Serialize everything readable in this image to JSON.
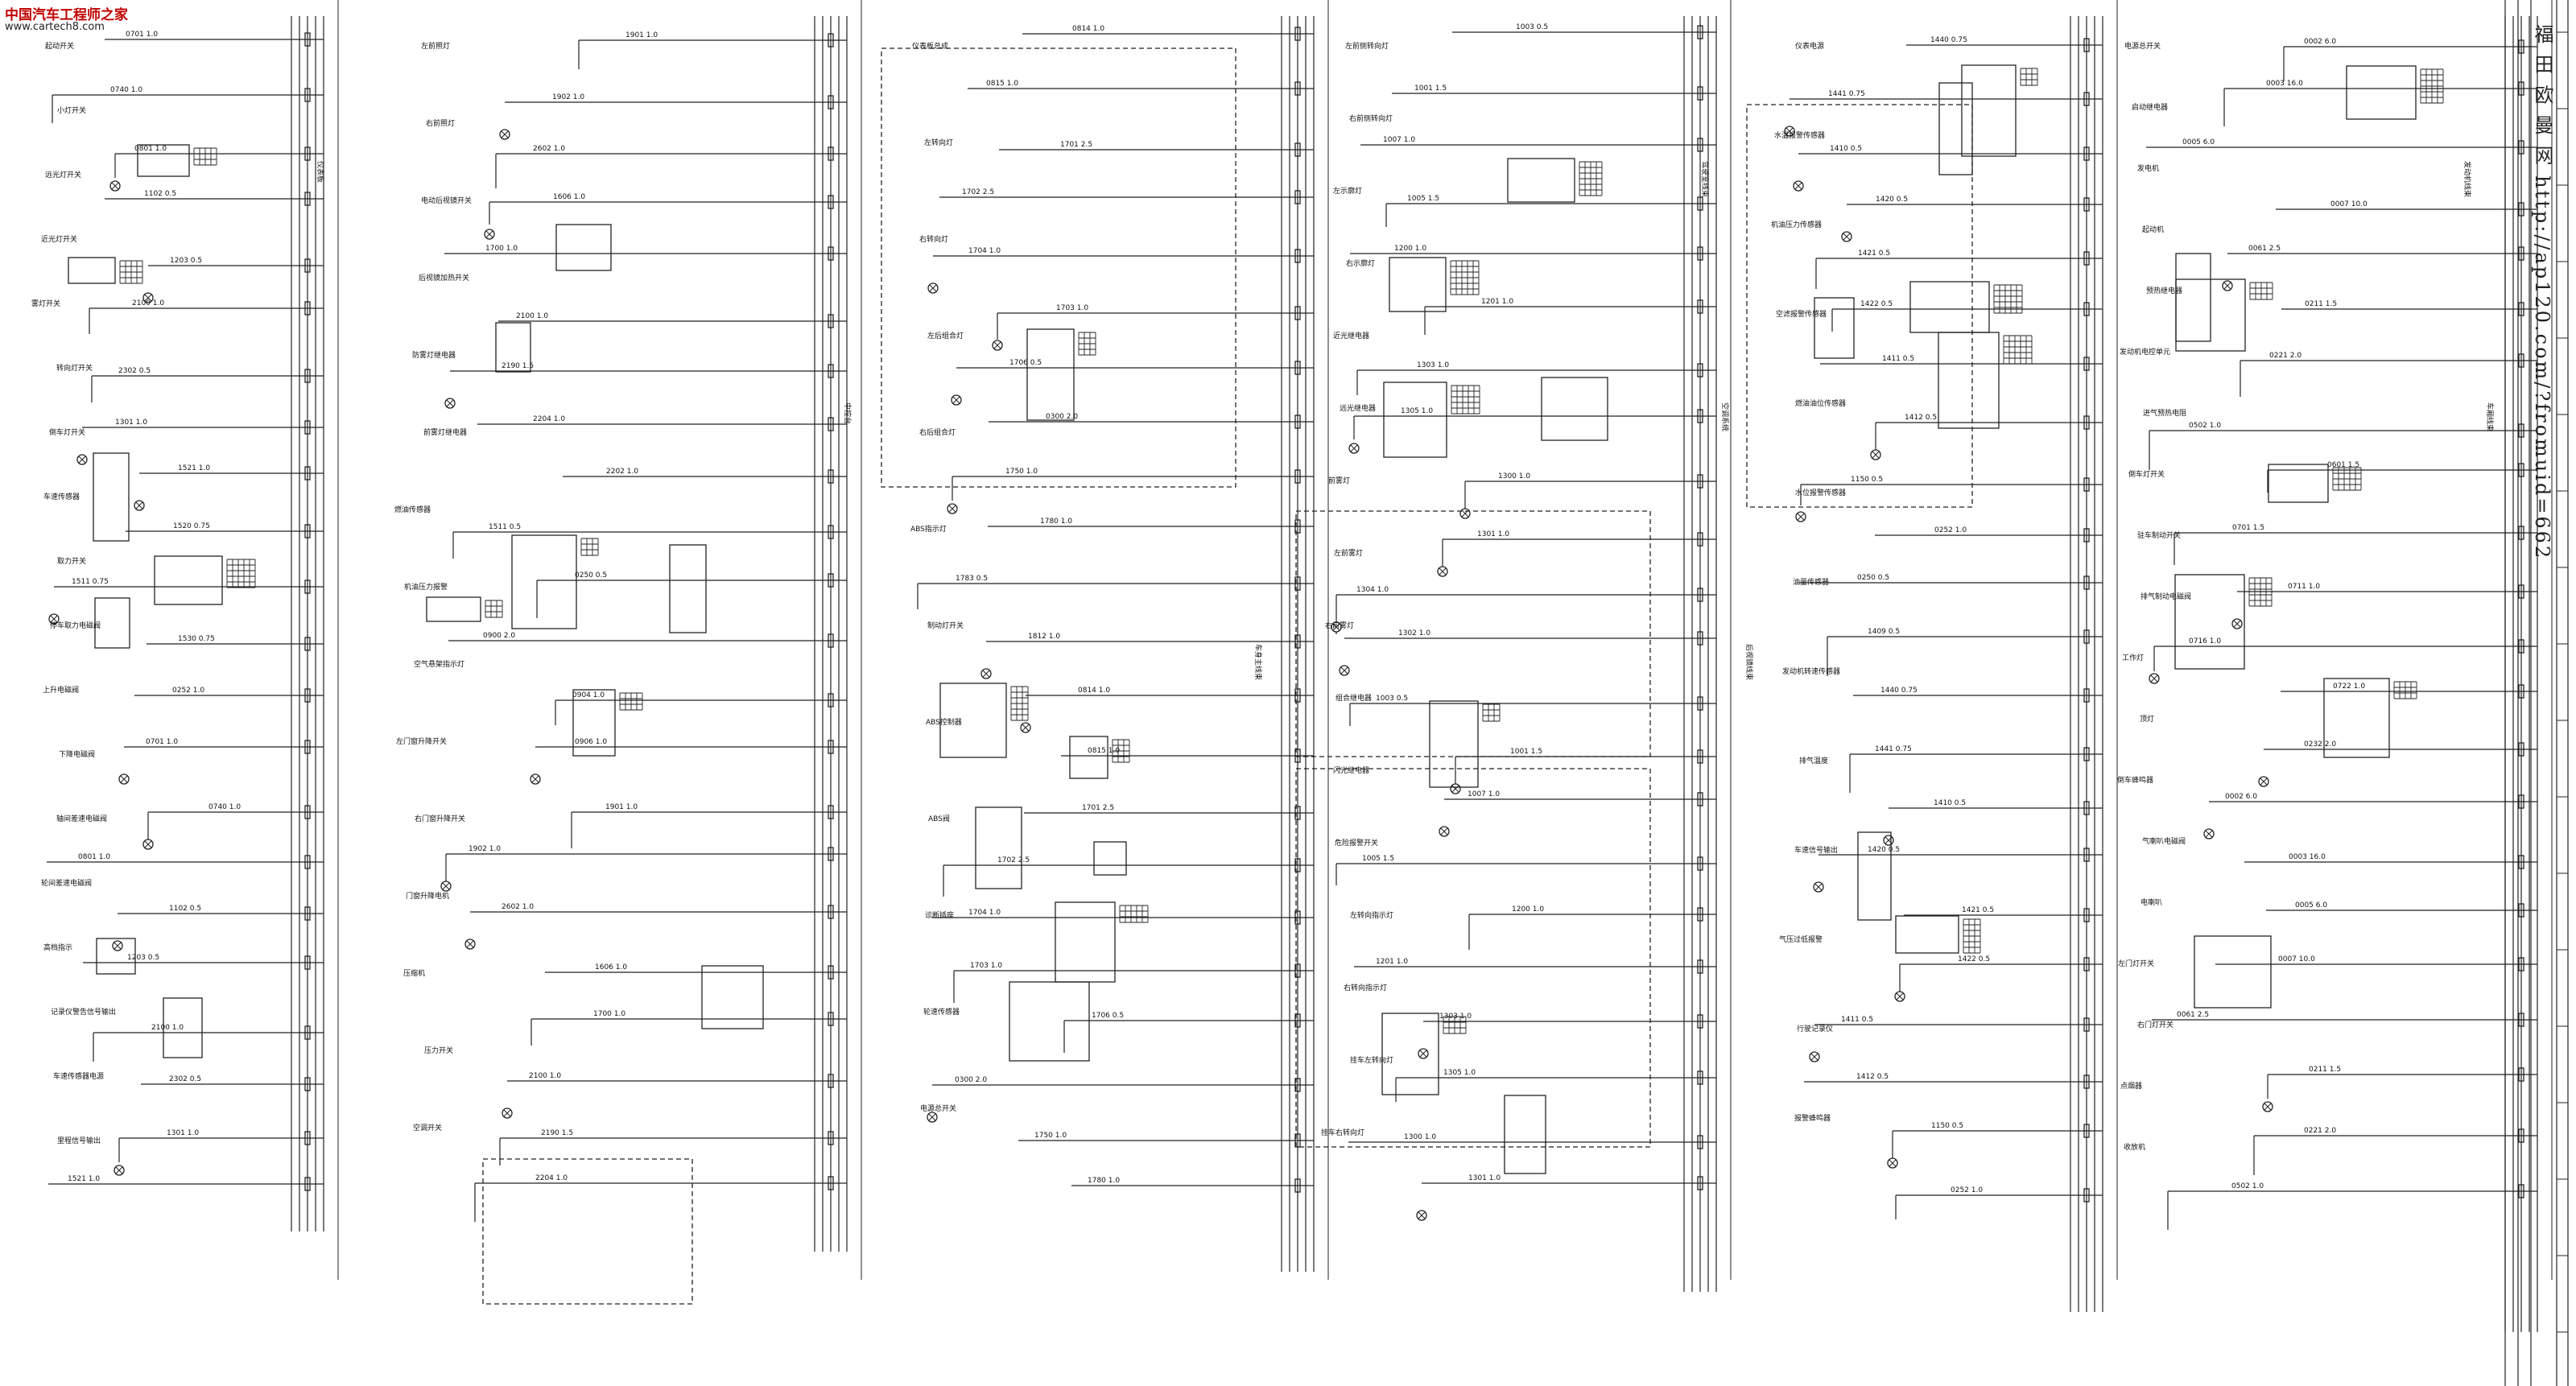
{
  "watermark": {
    "site_name": "中国汽车工程师之家",
    "site_url": "www.cartech8.com"
  },
  "side_title": "福 田 欧 曼 网 http://ap120.com/?fromuid=662",
  "sheet_titles": [
    "仪表板",
    "中控台",
    "车身主线束",
    "驾驶室线束",
    "空调系统",
    "后视镜线束",
    "发动机线束",
    "车厢线束"
  ],
  "panels": [
    {
      "labels": [
        "起动开关",
        "小灯开关",
        "远光灯开关",
        "近光灯开关",
        "雾灯开关",
        "转向灯开关",
        "倒车灯开关",
        "车速传感器",
        "取力开关",
        "停车取力电磁阀",
        "上升电磁阀",
        "下降电磁阀",
        "轴间差速电磁阀",
        "轮间差速电磁阀",
        "高档指示",
        "记录仪警告信号输出",
        "车速传感器电源",
        "里程信号输出"
      ],
      "wires": [
        "0701 1.0",
        "0740 1.0",
        "0801 1.0",
        "1102 0.5",
        "1203 0.5",
        "2100 1.0",
        "2302 0.5",
        "1301 1.0",
        "1521 1.0",
        "1520 0.75",
        "1511 0.75",
        "1530 0.75",
        "0252 1.0"
      ]
    },
    {
      "labels": [
        "左前照灯",
        "右前照灯",
        "电动后视镜开关",
        "后视镜加热开关",
        "防雾灯继电器",
        "前雾灯继电器",
        "燃油传感器",
        "机油压力报警",
        "空气悬架指示灯",
        "左门窗升降开关",
        "右门窗升降开关",
        "门窗升降电机",
        "压缩机",
        "压力开关",
        "空调开关"
      ],
      "wires": [
        "1901 1.0",
        "1902 1.0",
        "2602 1.0",
        "1606 1.0",
        "1700 1.0",
        "2100 1.0",
        "2190 1.5",
        "2204 1.0",
        "2202 1.0",
        "1511 0.5",
        "0250 0.5",
        "0900 2.0",
        "0904 1.0",
        "0906 1.0"
      ]
    },
    {
      "labels": [
        "仪表板总成",
        "左转向灯",
        "右转向灯",
        "左后组合灯",
        "右后组合灯",
        "ABS指示灯",
        "制动灯开关",
        "ABS控制器",
        "ABS阀",
        "诊断插座",
        "轮速传感器",
        "电源总开关"
      ],
      "wires": [
        "0814 1.0",
        "0815 1.0",
        "1701 2.5",
        "1702 2.5",
        "1704 1.0",
        "1703 1.0",
        "1706 0.5",
        "0300 2.0",
        "1750 1.0",
        "1780 1.0",
        "1783 0.5",
        "1812 1.0"
      ]
    },
    {
      "labels": [
        "左前侧转向灯",
        "右前侧转向灯",
        "左示廓灯",
        "右示廓灯",
        "近光继电器",
        "远光继电器",
        "前雾灯",
        "左前雾灯",
        "右前雾灯",
        "组合继电器",
        "闪光继电器",
        "危险报警开关",
        "左转向指示灯",
        "右转向指示灯",
        "挂车左转向灯",
        "挂车右转向灯"
      ],
      "wires": [
        "1003 0.5",
        "1001 1.5",
        "1007 1.0",
        "1005 1.5",
        "1200 1.0",
        "1201 1.0",
        "1303 1.0",
        "1305 1.0",
        "1300 1.0",
        "1301 1.0",
        "1304 1.0",
        "1302 1.0"
      ]
    },
    {
      "labels": [
        "仪表电源",
        "水温报警传感器",
        "机油压力传感器",
        "空滤报警传感器",
        "燃油油位传感器",
        "水位报警传感器",
        "油量传感器",
        "发动机转速传感器",
        "排气温度",
        "车速信号输出",
        "气压过低报警",
        "行驶记录仪",
        "报警蜂鸣器"
      ],
      "wires": [
        "1440 0.75",
        "1441 0.75",
        "1410 0.5",
        "1420 0.5",
        "1421 0.5",
        "1422 0.5",
        "1411 0.5",
        "1412 0.5",
        "1150 0.5",
        "0252 1.0",
        "0250 0.5",
        "1409 0.5"
      ]
    },
    {
      "labels": [
        "电源总开关",
        "启动继电器",
        "发电机",
        "起动机",
        "预热继电器",
        "发动机电控单元",
        "进气预热电阻",
        "倒车灯开关",
        "驻车制动开关",
        "排气制动电磁阀",
        "工作灯",
        "顶灯",
        "倒车蜂鸣器",
        "气喇叭电磁阀",
        "电喇叭",
        "左门灯开关",
        "右门灯开关",
        "点烟器",
        "收放机"
      ],
      "wires": [
        "0002 6.0",
        "0003 16.0",
        "0005 6.0",
        "0007 10.0",
        "0061 2.5",
        "0211 1.5",
        "0221 2.0",
        "0502 1.0",
        "0601 1.5",
        "0701 1.5",
        "0711 1.0",
        "0716 1.0",
        "0722 1.0",
        "0232 2.0"
      ]
    }
  ]
}
